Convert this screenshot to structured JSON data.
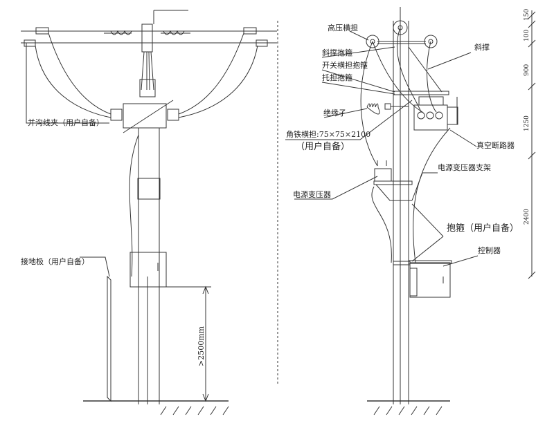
{
  "left_view": {
    "parallel_groove_clamp": "并沟线夹（用户自备）",
    "ground_electrode": "接地极（用户自备）",
    "height_dimension": ">2500mm"
  },
  "right_view": {
    "hv_crossarm": "高压横担",
    "brace_hoop": "斜撑抱箍",
    "switch_crossarm_hoop": "开关横担抱箍",
    "support_hoop": "托担抱箍",
    "brace": "斜撑",
    "insulator": "绝缘子",
    "angle_iron_crossarm": "角铁横担:75×75×2100",
    "user_supplied": "（用户自备）",
    "vacuum_breaker": "真空断路器",
    "transformer_bracket": "电源变压器支架",
    "power_transformer": "电源变压器",
    "hoop_user_supplied": "抱箍（用户自备）",
    "controller": "控制器"
  },
  "dimensions": [
    "150",
    "100",
    "900",
    "1250",
    "2400"
  ]
}
